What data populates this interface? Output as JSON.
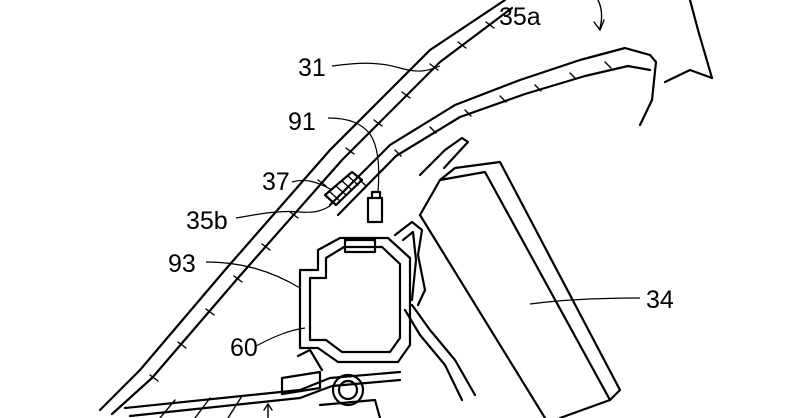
{
  "diagram": {
    "labels": {
      "l35a": "35a",
      "l31": "31",
      "l91": "91",
      "l37": "37",
      "l35b": "35b",
      "l93": "93",
      "l60": "60",
      "l34": "34"
    },
    "colors": {
      "ink": "#000000",
      "paper": "#ffffff"
    }
  }
}
